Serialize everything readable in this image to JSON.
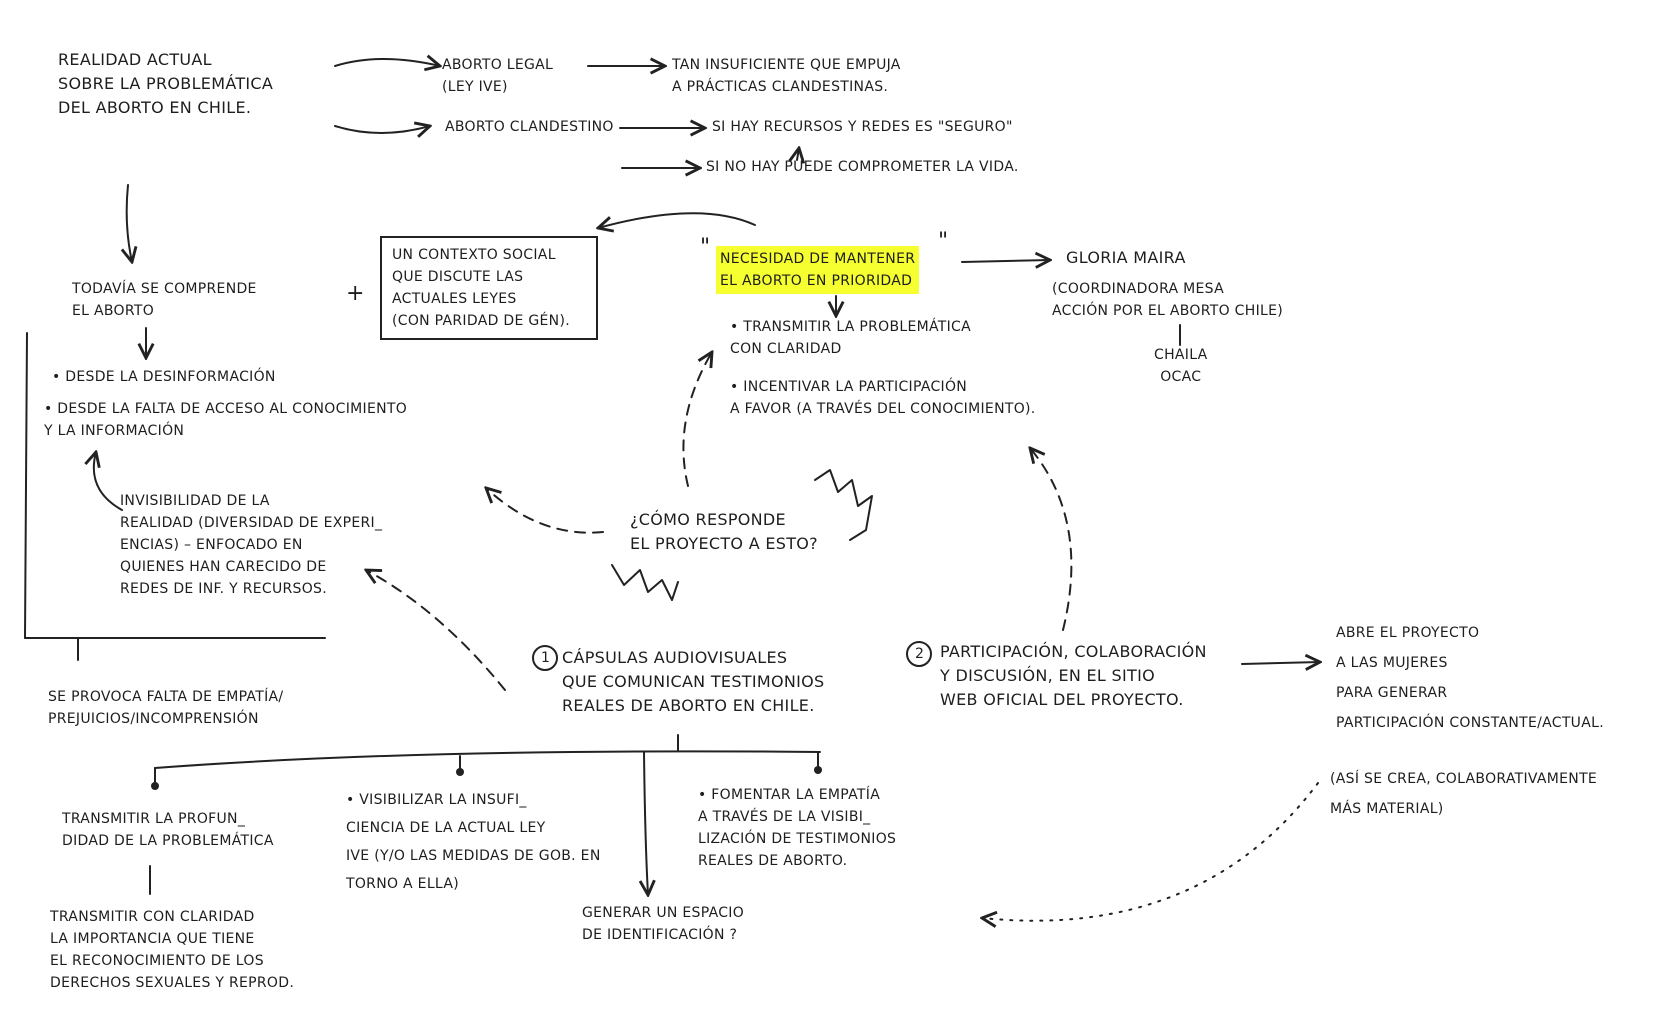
{
  "reality": "REALIDAD ACTUAL\nSOBRE LA PROBLEMÁTICA\nDEL ABORTO EN CHILE.",
  "legal_abortion": "ABORTO LEGAL\n(LEY IVE)",
  "legal_result": "TAN INSUFICIENTE QUE EMPUJA\nA PRÁCTICAS CLANDESTINAS.",
  "clandestine": "ABORTO CLANDESTINO",
  "if_resources": "SI HAY RECURSOS Y REDES ES \"SEGURO\"",
  "if_no_resources": "SI NO HAY PUEDE COMPROMETER LA VIDA.",
  "still_understood": "TODAVÍA SE COMPRENDE\nEL ABORTO",
  "plus_sign": "+",
  "social_context": "UN CONTEXTO SOCIAL\nQUE DISCUTE LAS\nACTUALES LEYES\n(CON PARIDAD DE GÉN).",
  "need_priority": "NECESIDAD DE MANTENER\nEL ABORTO EN PRIORIDAD",
  "open_quote": "\"",
  "close_quote": "\"",
  "gloria_name": "GLORIA MAIRA",
  "gloria_role": "(COORDINADORA MESA\nACCIÓN POR EL ABORTO CHILE)",
  "chaila_ocac": "CHAILA\nOCAC",
  "transmit_clarity": "• TRANSMITIR LA PROBLEMÁTICA\nCON CLARIDAD",
  "incentivize": "• INCENTIVAR LA PARTICIPACIÓN\nA FAVOR (A TRAVÉS DEL CONOCIMIENTO).",
  "from_disinfo": "• DESDE LA DESINFORMACIÓN",
  "from_lack": "• DESDE LA FALTA DE ACCESO AL CONOCIMIENTO\nY LA INFORMACIÓN",
  "invisibility": "INVISIBILIDAD DE LA\nREALIDAD (DIVERSIDAD DE EXPERI_\nENCIAS) – ENFOCADO EN\nQUIENES HAN CARECIDO DE\nREDES DE INF. Y RECURSOS.",
  "how_responds": "¿CÓMO RESPONDE\nEL PROYECTO A ESTO?",
  "lack_empathy": "SE PROVOCA FALTA DE EMPATÍA/\nPREJUICIOS/INCOMPRENSIÓN",
  "capsules_num": "1",
  "capsules": "CÁPSULAS AUDIOVISUALES\nQUE COMUNICAN TESTIMONIOS\nREALES DE ABORTO EN CHILE.",
  "participation_num": "2",
  "participation": "PARTICIPACIÓN, COLABORACIÓN\nY DISCUSIÓN, EN EL SITIO\nWEB OFICIAL DEL PROYECTO.",
  "opens_project": "ABRE EL PROYECTO\nA LAS MUJERES\nPARA GENERAR\nPARTICIPACIÓN CONSTANTE/ACTUAL.",
  "collaborative": "(ASÍ SE CREA, COLABORATIVAMENTE\nMÁS MATERIAL)",
  "transmit_depth": "TRANSMITIR LA PROFUN_\nDIDAD DE LA PROBLEMÁTICA",
  "transmit_importance": "TRANSMITIR CON CLARIDAD\nLA IMPORTANCIA QUE TIENE\nEL RECONOCIMIENTO DE LOS\nDERECHOS SEXUALES Y REPROD.",
  "visibilize": "• VISIBILIZAR LA INSUFI_\nCIENCIA DE LA ACTUAL LEY\nIVE (Y/O LAS MEDIDAS DE GOB. EN\nTORNO A ELLA)",
  "identification": "GENERAR UN ESPACIO\nDE IDENTIFICACIÓN ?",
  "empathy": "• FOMENTAR LA EMPATÍA\nA TRAVÉS DE LA VISIBI_\nLIZACIÓN DE TESTIMONIOS\nREALES DE ABORTO."
}
